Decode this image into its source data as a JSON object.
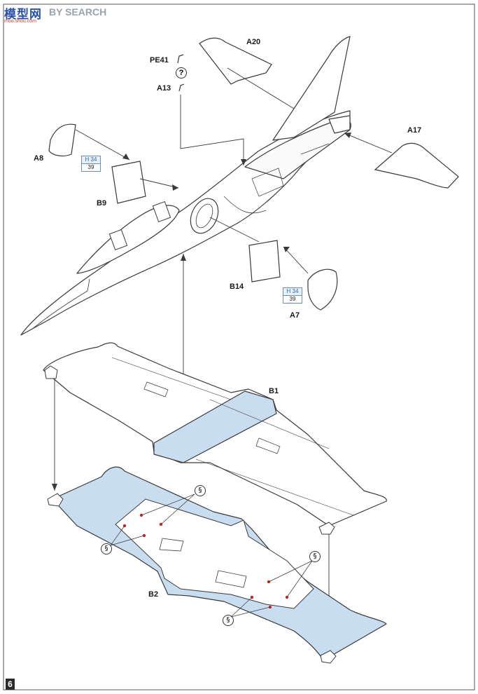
{
  "brand": {
    "logo_cn": "模型网",
    "logo_en": "BY SEARCH",
    "logo_url": "moo.shou.com"
  },
  "page_number": "6",
  "parts": {
    "pe41": "PE41",
    "a13": "A13",
    "a20": "A20",
    "a17": "A17",
    "a8": "A8",
    "b9": "B9",
    "b14": "B14",
    "a7": "A7",
    "b1": "B1",
    "b2": "B2"
  },
  "paint_refs": [
    {
      "code": "H 34",
      "number": "39"
    },
    {
      "code": "H 34",
      "number": "39"
    }
  ],
  "symbols": {
    "optional": "?",
    "drill": "§"
  },
  "colors": {
    "highlight_blue": "#c9ddf0",
    "line": "#3a3a3a",
    "hole_red": "#c0282d"
  }
}
